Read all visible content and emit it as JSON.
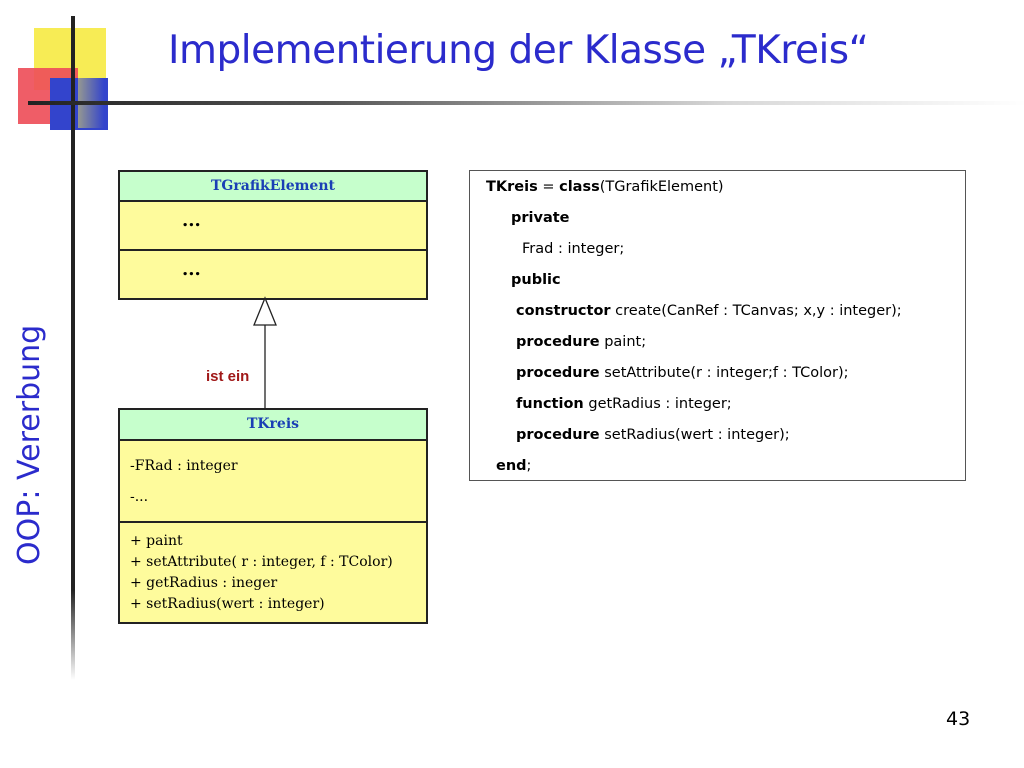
{
  "slide": {
    "title": "Implementierung der Klasse „TKreis“",
    "side_title": "OOP: Vererbung",
    "page_number": "43"
  },
  "uml": {
    "base": {
      "name": "TGrafikElement",
      "sections": [
        "...",
        "..."
      ]
    },
    "relation_label": "ist ein",
    "child": {
      "name": "TKreis",
      "attributes": [
        "-FRad : integer",
        "-..."
      ],
      "operations": [
        "+ paint",
        "+ setAttribute( r : integer, f : TColor)",
        "+ getRadius : ineger",
        "+ setRadius(wert : integer)"
      ]
    }
  },
  "code": {
    "l1_kw1": "TKreis",
    "l1_mid": " = ",
    "l1_kw2": "class",
    "l1_rest": "(TGrafikElement)",
    "l2_kw": "private",
    "l3_text": "Frad : integer;",
    "l4_kw": "public",
    "l5_kw": "constructor",
    "l5_rest": " create(CanRef : TCanvas; x,y : integer);",
    "l6_kw": "procedure",
    "l6_rest": " paint;",
    "l7_kw": "procedure",
    "l7_rest": " setAttribute(r : integer;f : TColor);",
    "l8_kw": "function",
    "l8_rest": " getRadius : integer;",
    "l9_kw": "procedure",
    "l9_rest": " setRadius(wert : integer);",
    "l10_kw": "end",
    "l10_rest": ";"
  },
  "colors": {
    "title": "#2b2bcc",
    "uml_fill": "#fefb9c",
    "uml_header": "#c6ffcc",
    "uml_header_text": "#1a3fb5",
    "relation_label": "#a01818"
  }
}
